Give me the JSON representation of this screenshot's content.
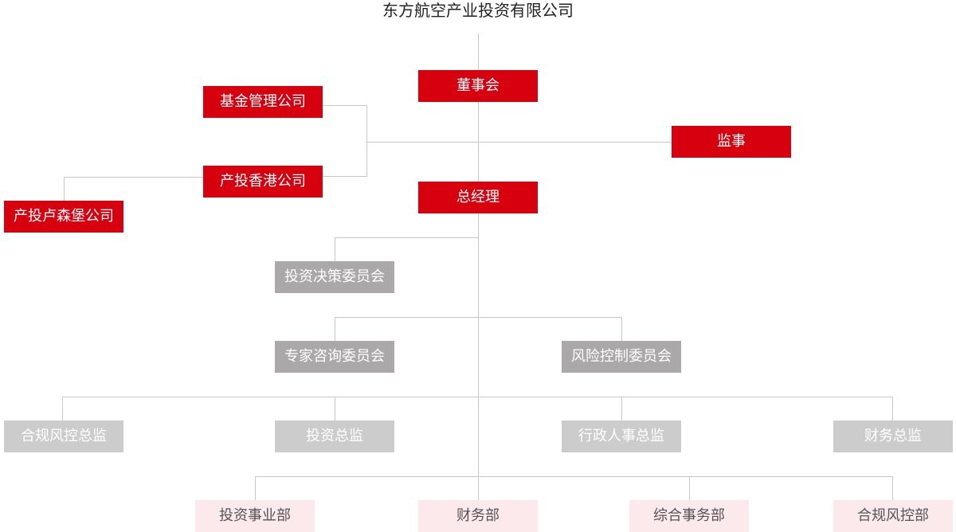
{
  "title": "东方航空产业投资有限公司",
  "colors": {
    "primary": "#d7000f",
    "committee": "#aaa8a8",
    "director": "#cccccc",
    "department": "#fbe9eb",
    "line": "#c8c8c8"
  },
  "nodes": {
    "board": "董事会",
    "supervisor": "监事",
    "fund_management": "基金管理公司",
    "hk_company": "产投香港公司",
    "lux_company": "产投卢森堡公司",
    "general_manager": "总经理",
    "investment_committee": "投资决策委员会",
    "expert_committee": "专家咨询委员会",
    "risk_committee": "风险控制委员会",
    "compliance_director": "合规风控总监",
    "investment_director": "投资总监",
    "admin_hr_director": "行政人事总监",
    "finance_director": "财务总监",
    "investment_dept": "投资事业部",
    "finance_dept": "财务部",
    "general_affairs_dept": "综合事务部",
    "compliance_dept": "合规风控部"
  }
}
